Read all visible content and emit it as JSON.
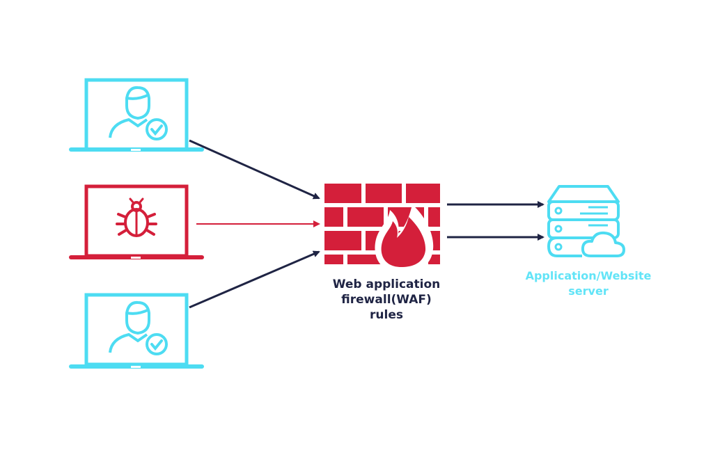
{
  "colors": {
    "legit": "#4ddcf2",
    "malicious": "#d41f3a",
    "arrow": "#1f2444",
    "text_dark": "#1f2444",
    "text_server": "#62e4f7",
    "background": "#ffffff"
  },
  "clients": [
    {
      "type": "legitimate-user",
      "icon": "user-check-icon"
    },
    {
      "type": "malicious-bot",
      "icon": "bug-icon"
    },
    {
      "type": "legitimate-user",
      "icon": "user-check-icon"
    }
  ],
  "firewall": {
    "icon": "firewall-flame-icon",
    "label_lines": [
      "Web application",
      "firewall(WAF)",
      "rules"
    ]
  },
  "server": {
    "icon": "server-cloud-icon",
    "label_lines": [
      "Application/Website",
      "server"
    ]
  }
}
